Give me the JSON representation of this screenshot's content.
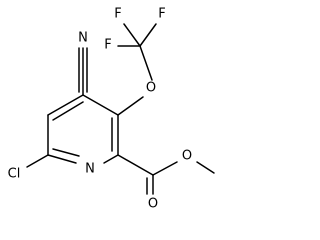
{
  "molecule": {
    "atoms": {
      "n_nitrile": "N",
      "f_top_left": "F",
      "f_top_right": "F",
      "f_left": "F",
      "o_ether": "O",
      "n_ring": "N",
      "cl": "Cl",
      "o_carbonyl": "O",
      "o_ester": "O"
    }
  }
}
